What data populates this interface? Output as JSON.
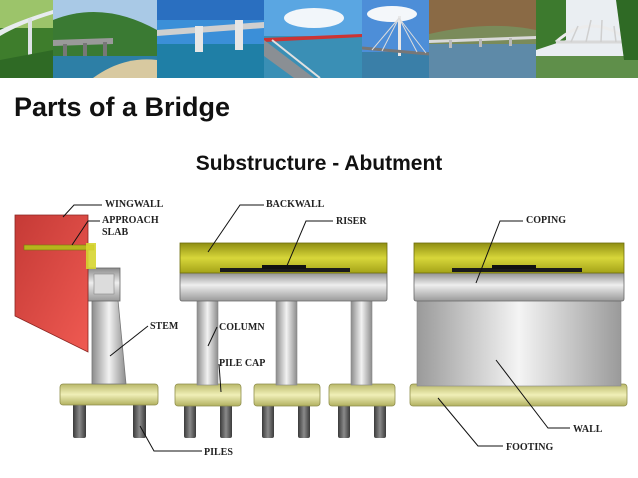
{
  "slide": {
    "title": "Parts of a Bridge",
    "subtitle": "Substructure - Abutment"
  },
  "photo_strip": {
    "photos": [
      "green-coastal-bridge-photo",
      "highway-bridge-photo",
      "bay-bridge-photo",
      "walkway-bridge-photo",
      "cable-stayed-bridge-photo",
      "river-bridge-photo",
      "truss-bridge-photo"
    ]
  },
  "labels": {
    "wingwall": "WINGWALL",
    "approach_slab_line1": "APPROACH",
    "approach_slab_line2": "SLAB",
    "backwall": "BACKWALL",
    "riser": "RISER",
    "coping": "COPING",
    "stem": "STEM",
    "column": "COLUMN",
    "pile_cap": "PILE CAP",
    "piles": "PILES",
    "wall": "WALL",
    "footing": "FOOTING"
  },
  "colors": {
    "wingwall": "#d9453f",
    "cap_olive": "#b9b81e",
    "concrete_grey": "#c8c8c8",
    "footing_khaki": "#dedd98",
    "pile_dark": "#555555"
  }
}
